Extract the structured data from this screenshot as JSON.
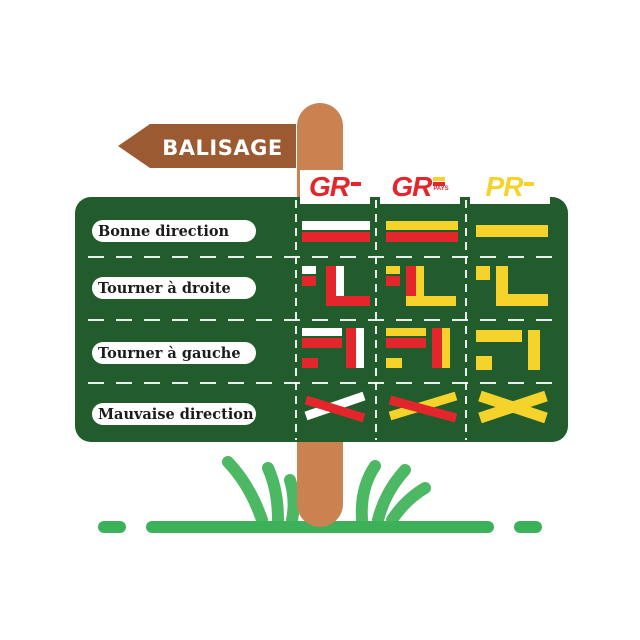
{
  "sign": {
    "title": "BALISAGE"
  },
  "columns": [
    {
      "label": "GR",
      "sub": "",
      "color": "#e3262b"
    },
    {
      "label": "GR",
      "sub": "PAYS",
      "color": "#e3262b"
    },
    {
      "label": "PR",
      "sub": "",
      "color": "#f5d32a"
    }
  ],
  "rows": [
    {
      "label": "Bonne direction"
    },
    {
      "label": "Tourner à droite"
    },
    {
      "label": "Tourner à gauche"
    },
    {
      "label": "Mauvaise direction"
    }
  ],
  "colors": {
    "board": "#235c2c",
    "post": "#c98250",
    "arrow_sign": "#9c5a33",
    "grass": "#4cb864",
    "red": "#e3262b",
    "yellow": "#f5d32a",
    "white": "#ffffff"
  }
}
